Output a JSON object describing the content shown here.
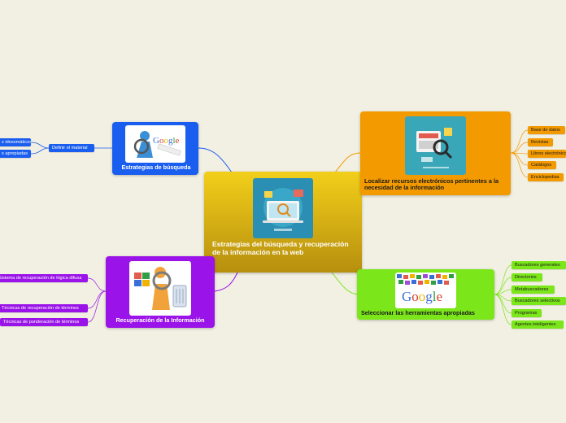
{
  "colors": {
    "background": "#f2efe3",
    "central": "#e5c114",
    "blue": "#1a5ef0",
    "orange": "#f39a00",
    "green": "#7be61a",
    "purple": "#9a13e8"
  },
  "central": {
    "title": "Estrategias del búsqueda y recuperación de la información en la web",
    "image": "laptop-search-illustration"
  },
  "branches": {
    "busqueda": {
      "title": "Estrategias de búsqueda",
      "image": "google-search-figure",
      "sub": {
        "label": "Definir el material"
      },
      "children": [
        "s idesomáticos",
        "s apropiadas"
      ]
    },
    "localizar": {
      "title": "Localizar recursos electrónicos pertinentes a la necesidad de la información",
      "image": "search-tools-illustration",
      "children": [
        "Base de datos",
        "Revistas",
        "Libros electrónicos",
        "Catálogos",
        "Enciclopedias"
      ]
    },
    "seleccionar": {
      "title": "Seleccionar las herramientas apropiadas",
      "image": "google-logo-collage",
      "children": [
        "Buscadores generales",
        "Directorios",
        "Metabuscadores",
        "Buscadores selectivos",
        "Programas",
        "Agentes inteligentes"
      ]
    },
    "recuperacion": {
      "title": "Recuperación de la Información",
      "image": "windows-search-figure",
      "children": [
        "Sistema de recuperación de lógica difusa",
        "Técnicas de recuperación de términos",
        "Técnicas de ponderación de términos"
      ]
    }
  }
}
